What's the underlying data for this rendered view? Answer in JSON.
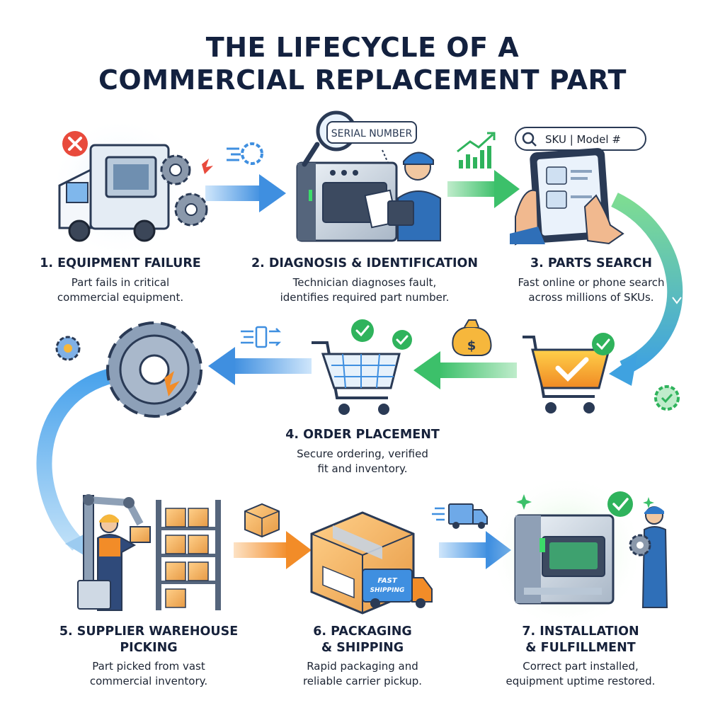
{
  "title": {
    "line1": "THE LIFECYCLE OF A",
    "line2": "COMMERCIAL REPLACEMENT PART"
  },
  "steps": [
    {
      "title": "1. EQUIPMENT FAILURE",
      "desc_line1": "Part fails in critical",
      "desc_line2": "commercial equipment."
    },
    {
      "title": "2. DIAGNOSIS & IDENTIFICATION",
      "desc_line1": "Technician diagnoses fault,",
      "desc_line2": "identifies required part number."
    },
    {
      "title": "3. PARTS SEARCH",
      "desc_line1": "Fast online or phone search",
      "desc_line2": "across millions of SKUs."
    },
    {
      "title": "4. ORDER PLACEMENT",
      "desc_line1": "Secure ordering, verified",
      "desc_line2": "fit and inventory."
    },
    {
      "title_line1": "5. SUPPLIER WAREHOUSE",
      "title_line2": "PICKING",
      "desc_line1": "Part picked from vast",
      "desc_line2": "commercial inventory."
    },
    {
      "title_line1": "6. PACKAGING",
      "title_line2": "& SHIPPING",
      "desc_line1": "Rapid packaging and",
      "desc_line2": "reliable carrier pickup."
    },
    {
      "title_line1": "7. INSTALLATION",
      "title_line2": "& FULFILLMENT",
      "desc_line1": "Correct part installed,",
      "desc_line2": "equipment uptime restored."
    }
  ],
  "labels": {
    "serial_number": "SERIAL NUMBER",
    "sku_search": "SKU | Model #",
    "fast_shipping_line1": "FAST",
    "fast_shipping_line2": "SHIPPING"
  },
  "colors": {
    "title": "#13213f",
    "blue_arrow": "#3f8fe0",
    "green_arrow": "#3cc06a",
    "orange_arrow": "#f28c28",
    "accent_green": "#2fb35c",
    "accent_red": "#e84a3c"
  },
  "icons": [
    "error-x-icon",
    "truck-icon",
    "gear-icon",
    "magnifier-icon",
    "technician-icon",
    "trend-chart-icon",
    "tablet-icon",
    "shopping-cart-icon",
    "check-icon",
    "money-bag-icon",
    "robot-arm-icon",
    "warehouse-shelf-icon",
    "box-icon",
    "delivery-truck-icon",
    "oven-icon"
  ]
}
